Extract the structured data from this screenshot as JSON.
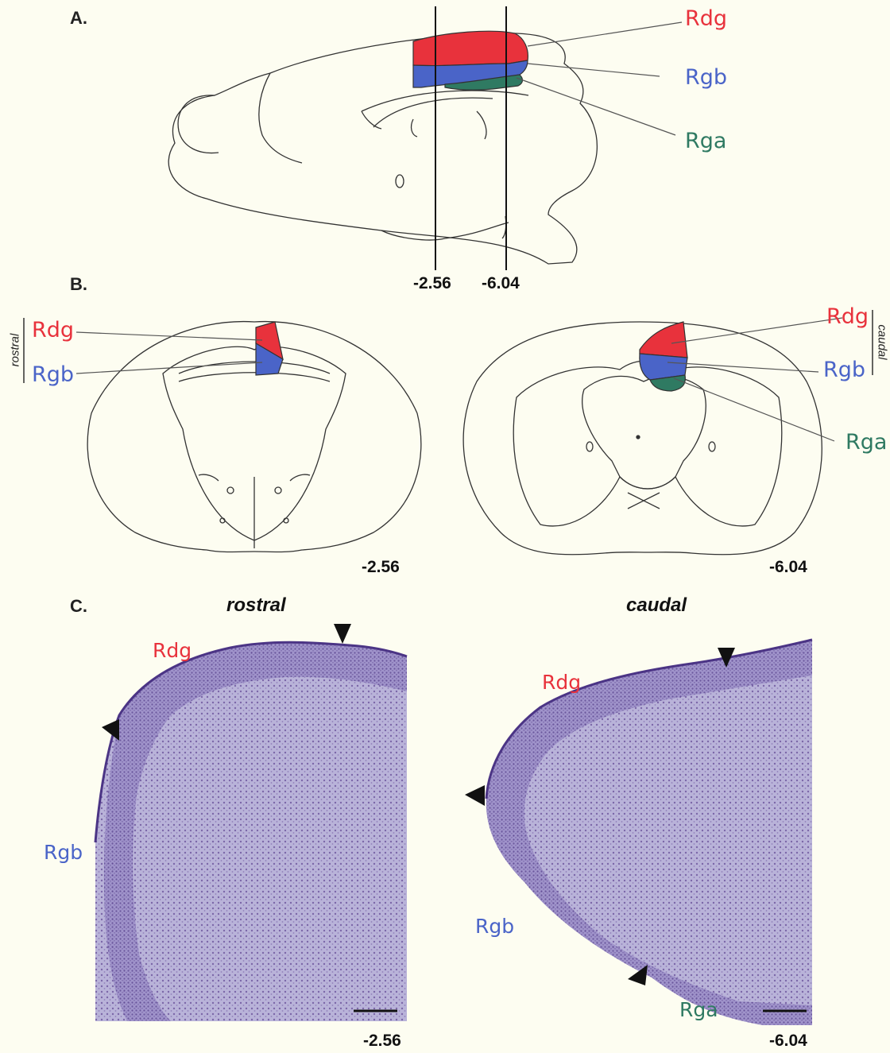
{
  "panels": {
    "A": "A.",
    "B": "B.",
    "C": "C."
  },
  "colors": {
    "Rdg": "#e8323c",
    "Rgb": "#4a64c8",
    "Rga": "#2f7a62",
    "stain_dark": "#5a3f8e",
    "stain_light": "#b9b3d9"
  },
  "region_labels": {
    "Rdg": "Rdg",
    "Rgb": "Rgb",
    "Rga": "Rga"
  },
  "coordinates": {
    "rostral": "-2.56",
    "caudal": "-6.04"
  },
  "panelB": {
    "rostral_side": "rostral",
    "caudal_side": "caudal"
  },
  "panelC": {
    "rostral_title": "rostral",
    "caudal_title": "caudal"
  }
}
